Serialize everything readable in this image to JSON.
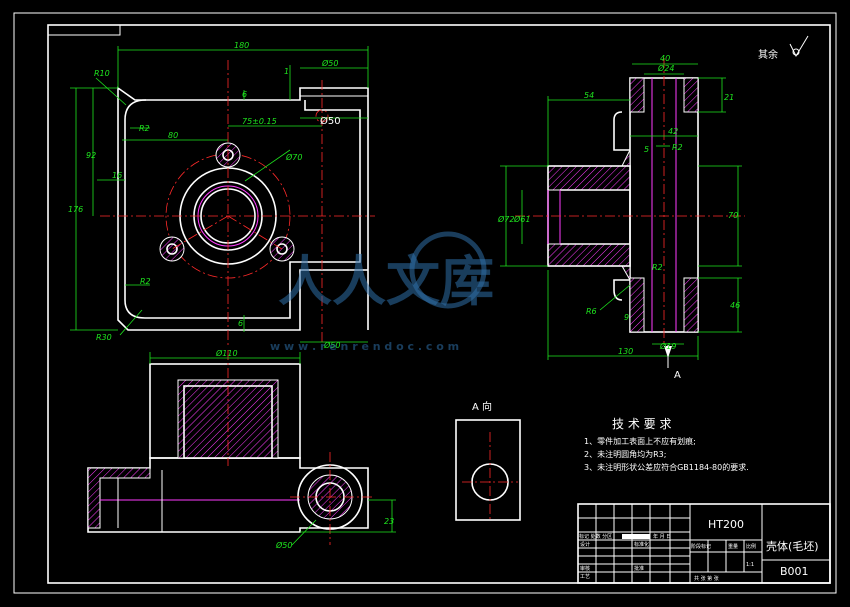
{
  "drawing": {
    "roughness_note": "其余",
    "view_label": "A 向",
    "section_marker": "A",
    "tech_req": {
      "title": "技 术 要 求",
      "items": [
        "1、零件加工表面上不应有划痕;",
        "2、未注明圆角均为R3;",
        "3、未注明形状公差应符合GB1184-80的要求."
      ]
    },
    "title_block": {
      "material": "HT200",
      "part_name": "壳体(毛坯)",
      "drawing_no": "B001",
      "scale": "1:1",
      "header_row": "标记 处数 分区",
      "header_row2": "年 月 日",
      "row_design": "设计",
      "row_std": "标准化",
      "row_stage": "阶段标记",
      "row_weight": "重量",
      "row_ratio": "比例",
      "row_review": "审核",
      "row_process": "工艺",
      "row_approve": "批准",
      "sheet_labels": "共 张 第 张"
    },
    "dims_top": {
      "d180": "180",
      "r10": "R10",
      "r2a": "R2",
      "d80": "80",
      "tol": "75±0.15",
      "phi50a": "Ø50",
      "phi50b": "Ø50",
      "phi70": "Ø70",
      "d6": "6",
      "d1": "1",
      "d92": "92",
      "d176": "176",
      "d16": "16",
      "r2b": "R2",
      "r30": "R30",
      "phi50c": "Ø50",
      "d6b": "6"
    },
    "dims_side": {
      "d40": "40",
      "phi24": "Ø24",
      "d54": "54",
      "d21": "21",
      "d42": "42",
      "r2a": "R2",
      "d5": "5",
      "phi72": "Ø72",
      "phi61": "Ø61",
      "d70": "70",
      "r2b": "R2",
      "r6": "R6",
      "d46": "46",
      "d9": "9",
      "phi19": "Ø19",
      "d130": "130"
    },
    "dims_bottom": {
      "phi110": "Ø110",
      "phi50": "Ø50",
      "d23": "23"
    },
    "watermark": {
      "text": "人人文库",
      "url": "w w w . r e n r e n d o c . c o m"
    }
  }
}
